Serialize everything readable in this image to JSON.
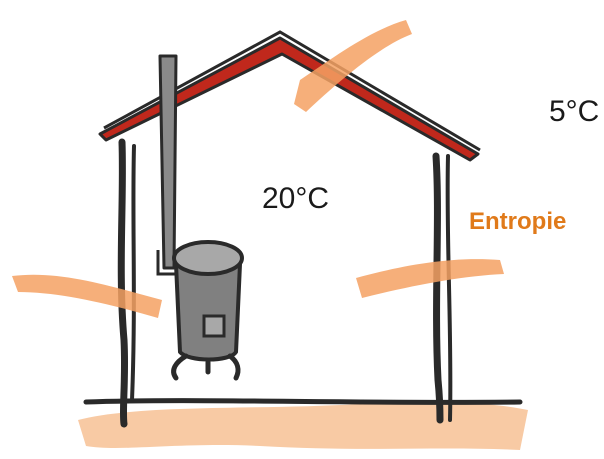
{
  "labels": {
    "outside_temperature": "5°C",
    "inside_temperature": "20°C",
    "entropy": "Entropie"
  },
  "icons": {
    "house": "house-outline",
    "stove": "wood-stove",
    "chimney": "stovepipe",
    "heat_flow": "orange-brush-stroke"
  },
  "colors": {
    "roof": "#c0281c",
    "outline": "#2a2a2a",
    "heat_flow": "#f4a163",
    "ground": "#f7c49a",
    "stove_body": "#808080",
    "stove_top": "#a8a8a8",
    "entropy_text": "#e07a1a"
  }
}
